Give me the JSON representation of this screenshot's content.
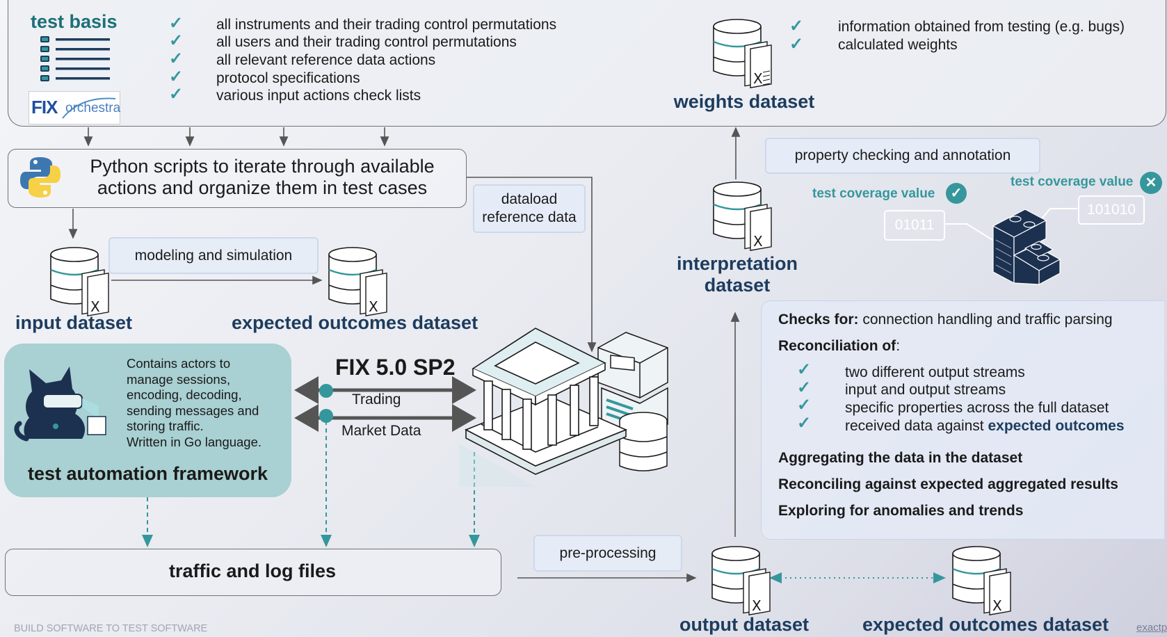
{
  "test_basis": {
    "title": "test basis",
    "items": [
      "all instruments and their trading control permutations",
      "all users and their trading control permutations",
      "all relevant reference data actions",
      "protocol specifications",
      "various input actions check lists"
    ],
    "fix_logo": {
      "fix": "FIX",
      "orchestra": "orchestra"
    }
  },
  "weights": {
    "items": [
      "information obtained from testing (e.g. bugs)",
      "calculated weights"
    ],
    "label": "weights dataset"
  },
  "python": {
    "line1": "Python scripts to iterate through available",
    "line2": "actions and organize them in test cases"
  },
  "dataload": {
    "line1": "dataload",
    "line2": "reference data"
  },
  "modeling": "modeling and simulation",
  "input_dataset": "input dataset",
  "expected_outcomes_top": "expected outcomes dataset",
  "framework": {
    "description": [
      "Contains actors to",
      "manage sessions,",
      "encoding, decoding,",
      "sending messages and",
      "storing traffic.",
      "Written in Go language."
    ],
    "title": "test automation framework"
  },
  "fix_protocol": {
    "title": "FIX 5.0 SP2",
    "trading": "Trading",
    "market_data": "Market Data"
  },
  "traffic": "traffic and log files",
  "preprocessing": "pre-processing",
  "output_dataset": "output dataset",
  "expected_outcomes_bottom": "expected outcomes dataset",
  "interpretation": {
    "line1": "interpretation",
    "line2": "dataset"
  },
  "property_checking": "property checking and annotation",
  "coverage": {
    "ok_label": "test coverage value",
    "fail_label": "test coverage value",
    "bits_a": "01011",
    "bits_b": "101010"
  },
  "checks": {
    "checks_for_bold": "Checks for:",
    "checks_for_rest": " connection handling and traffic parsing",
    "recon_bold": "Reconciliation of",
    "recon_rest": ":",
    "items": [
      "two different output streams",
      "input and output streams",
      "specific properties across the full dataset"
    ],
    "last_item_plain": "received data against ",
    "last_item_bold": "expected outcomes",
    "aggregating": "Aggregating the data in the dataset",
    "reconciling": "Reconciling against expected aggregated results",
    "exploring": "Exploring for anomalies and trends"
  },
  "footer": {
    "tagline": "BUILD SOFTWARE TO TEST SOFTWARE",
    "link": "exactpro"
  },
  "colors": {
    "teal": "#35979c",
    "navy": "#1d3c5e",
    "framework_bg": "#a9d0d2"
  }
}
